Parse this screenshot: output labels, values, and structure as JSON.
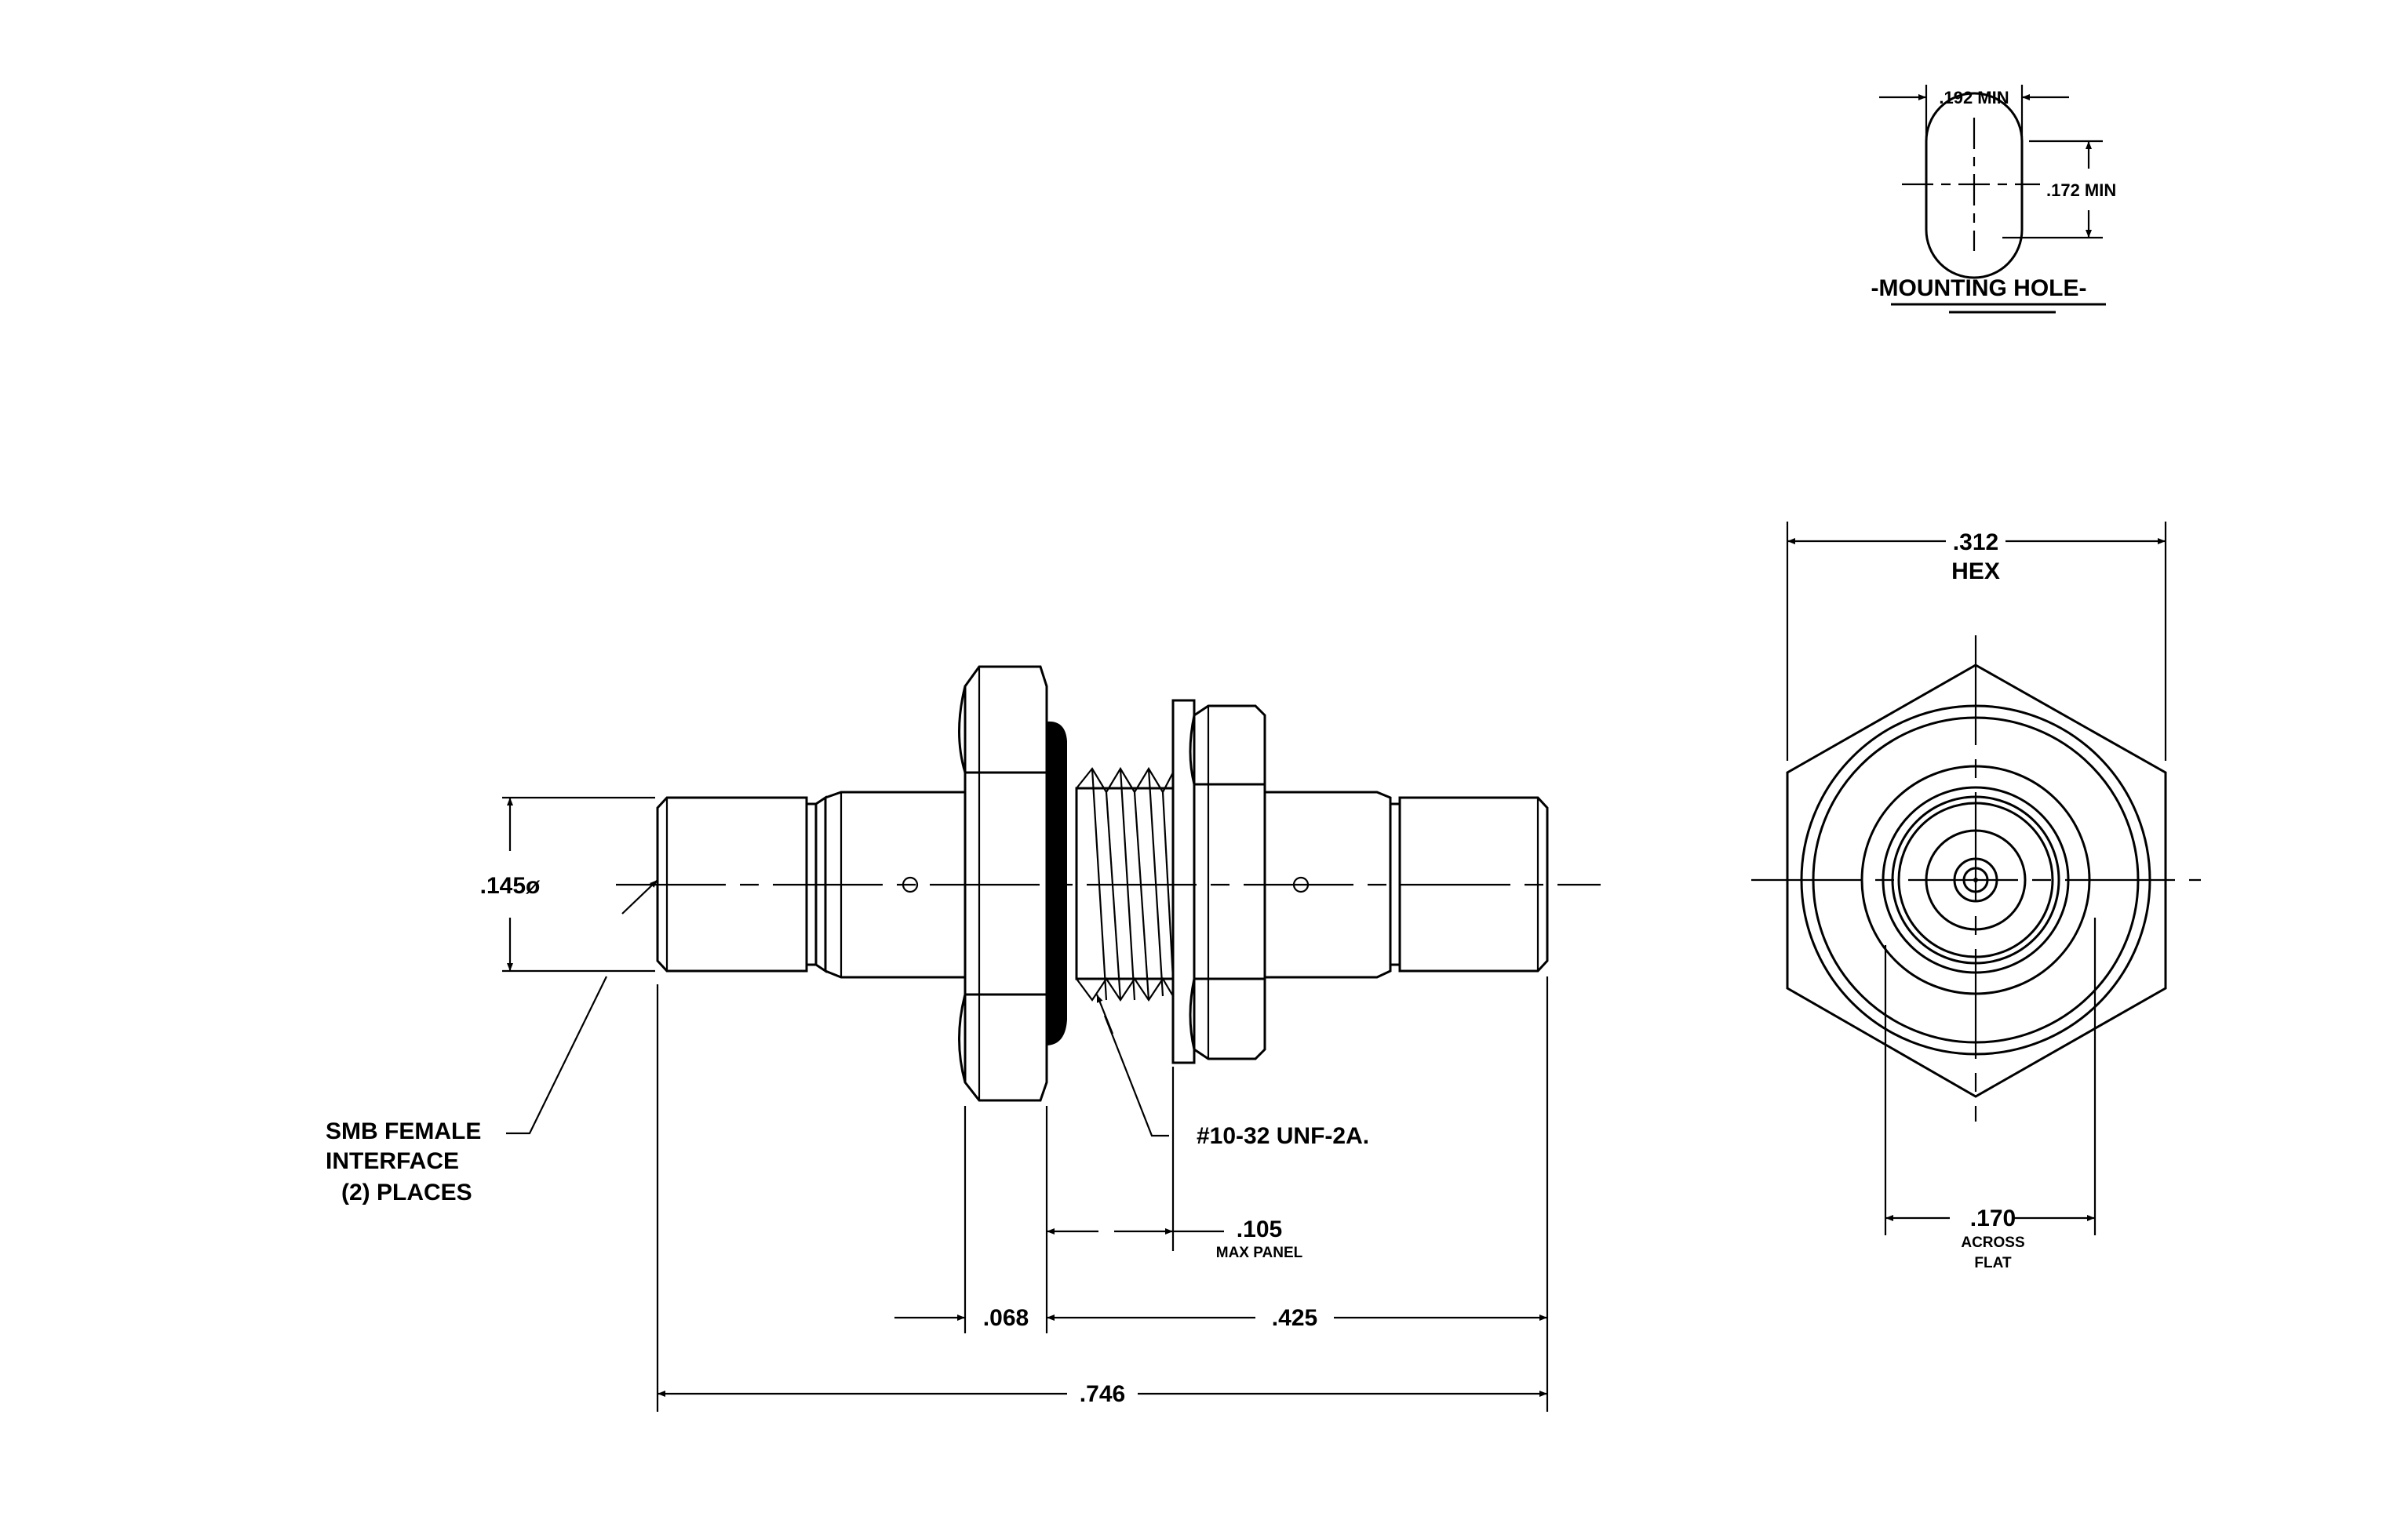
{
  "mounting_hole": {
    "width_dim": ".192 MIN",
    "height_dim": ".172 MIN",
    "title": "-MOUNTING HOLE-"
  },
  "side_view": {
    "diameter": ".145ø",
    "thread_callout": "#10-32 UNF-2A.",
    "panel_dim": ".105",
    "panel_note": "MAX PANEL",
    "flange_dim": ".068",
    "rear_length": ".425",
    "overall_length": ".746",
    "interface_note": [
      "SMB FEMALE",
      "INTERFACE",
      "(2) PLACES"
    ]
  },
  "end_view": {
    "hex_dim": ".312",
    "hex_label": "HEX",
    "flat_dim": ".170",
    "flat_label": [
      "ACROSS",
      "FLAT"
    ]
  }
}
